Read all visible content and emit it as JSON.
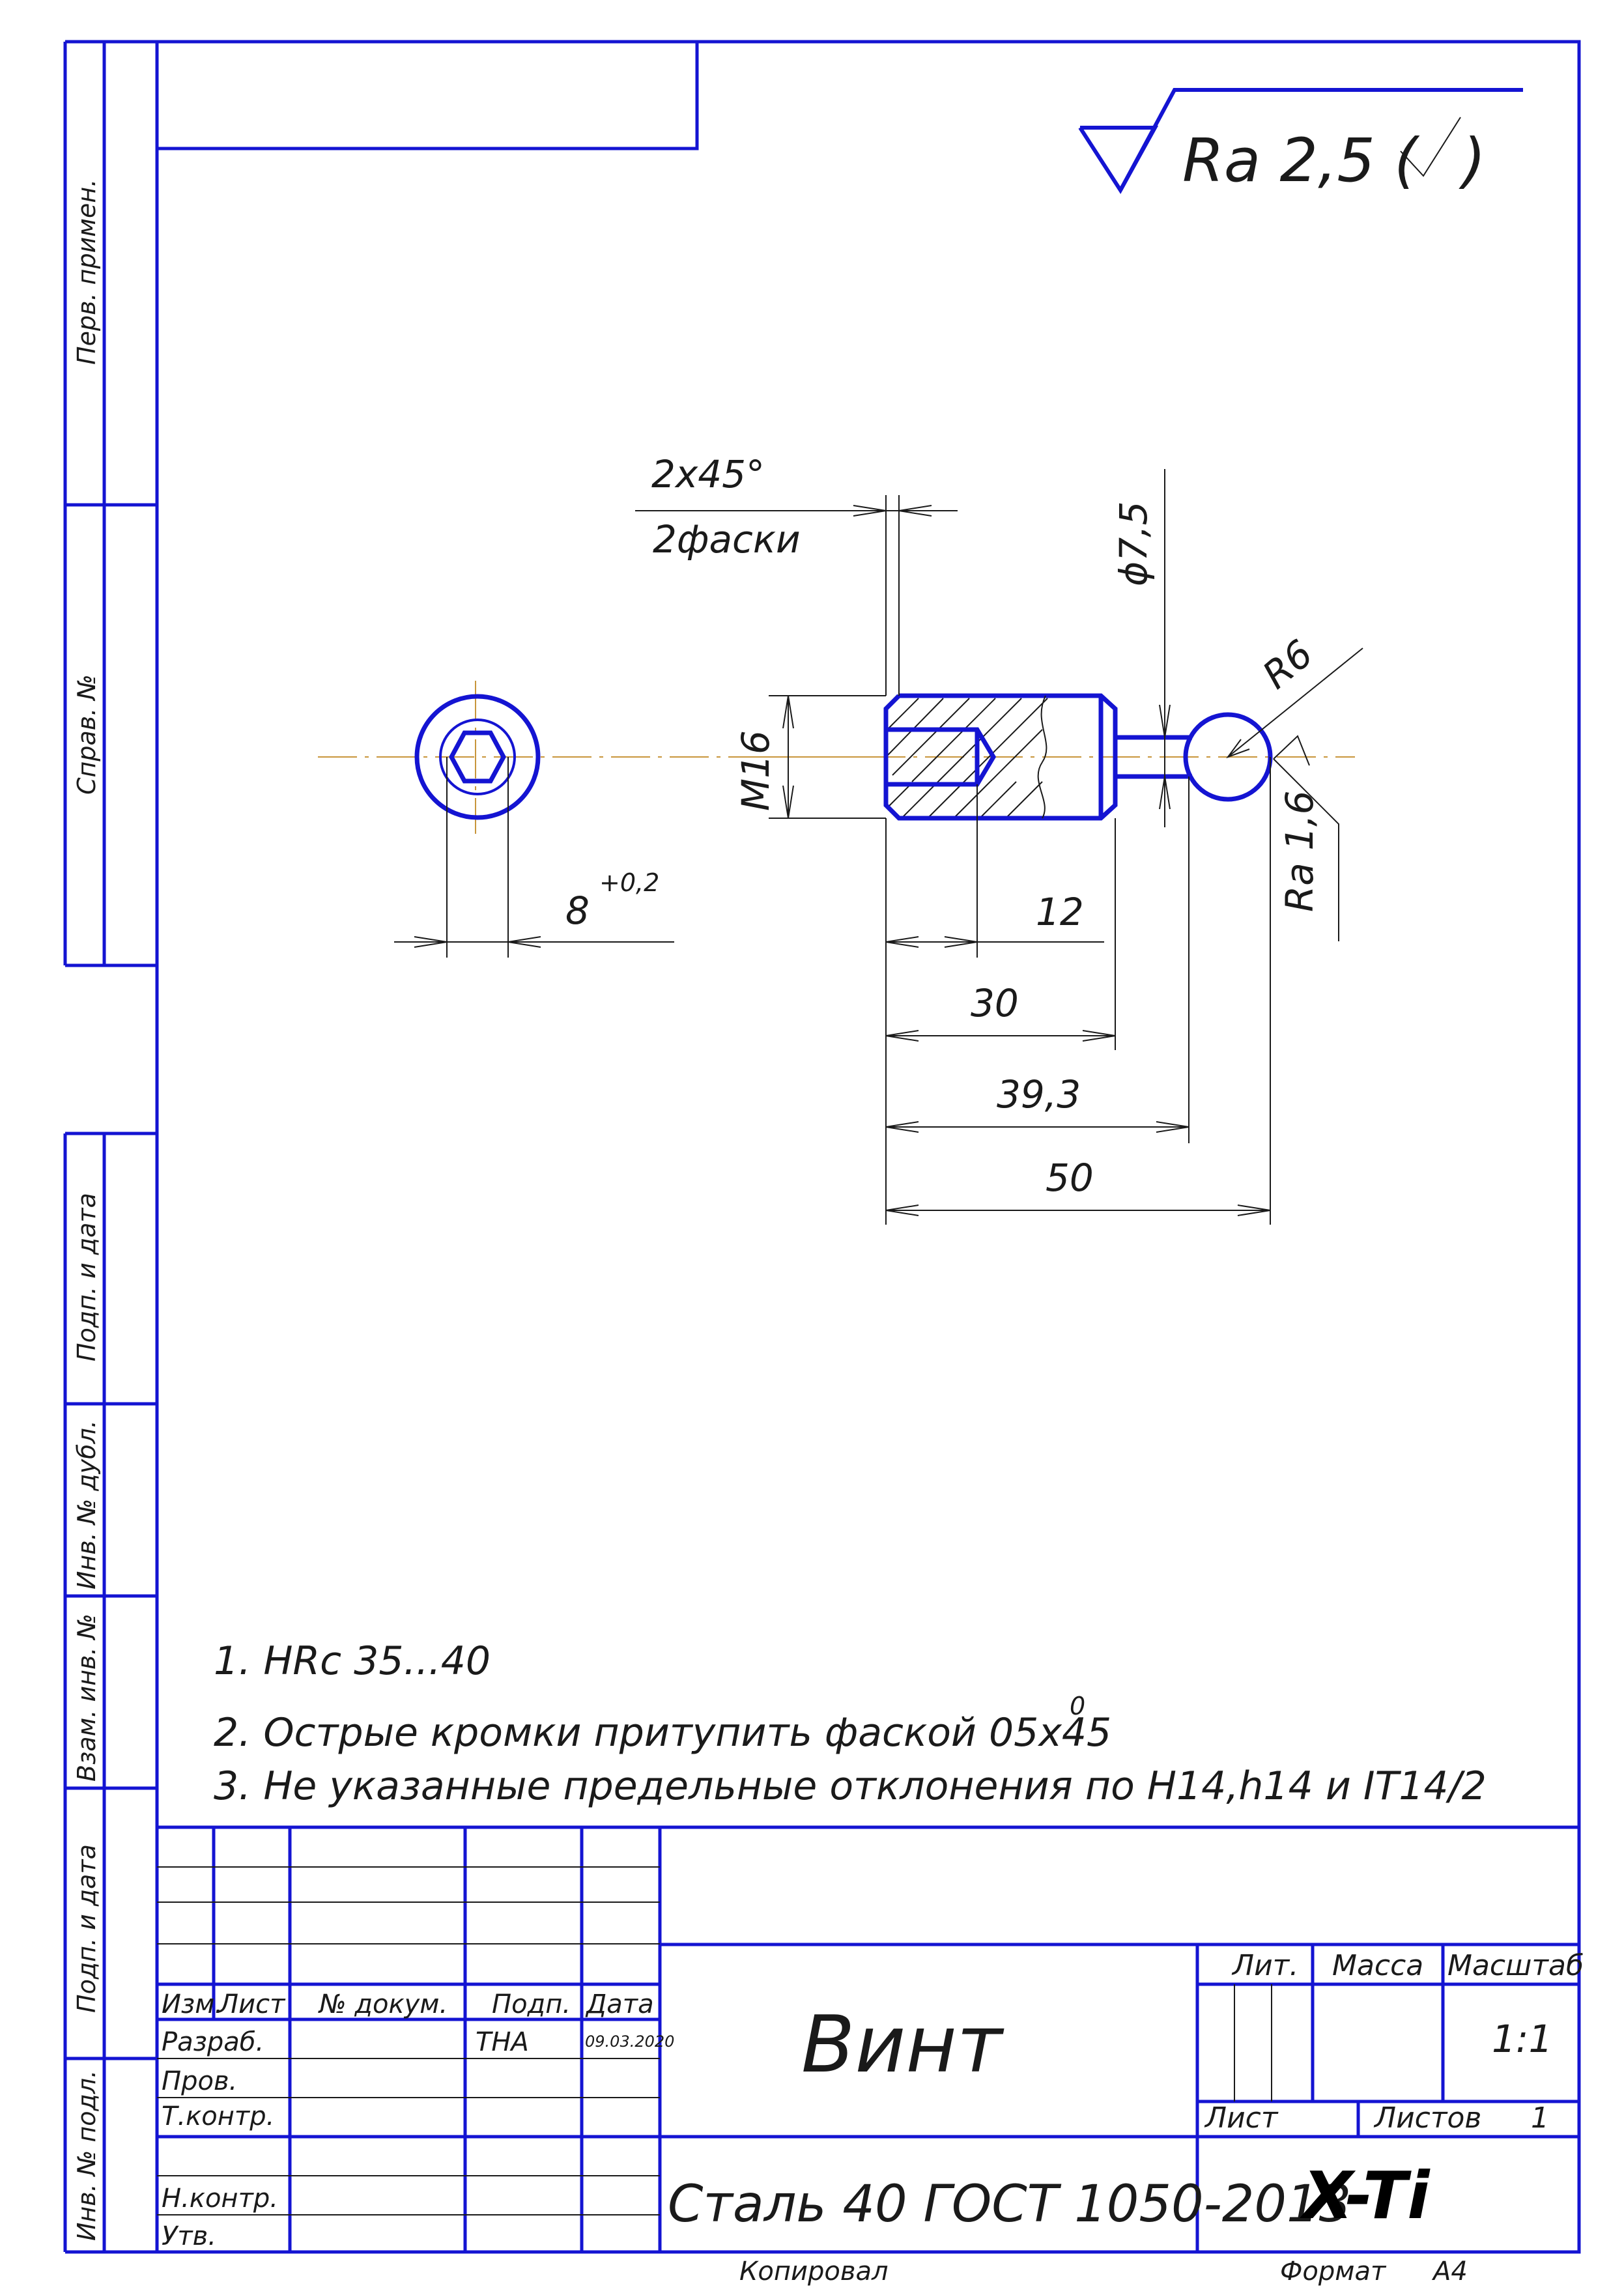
{
  "side_labels": {
    "perv_primen": "Перв. примен.",
    "sprav_no": "Справ. №",
    "podp_i_data_1": "Подп. и дата",
    "inv_no_dubl": "Инв. № дубл.",
    "vzam_inv_no": "Взам. инв. №",
    "podp_i_data_2": "Подп. и дата",
    "inv_no_podl": "Инв. № подл."
  },
  "roughness": {
    "label": "Ra 2,5 (",
    "suffix": ")"
  },
  "dimensions": {
    "chamfer_top": "2x45°",
    "chamfer_bottom": "2фаски",
    "diam": "ϕ7,5",
    "radius": "R6",
    "thread": "M16",
    "hex": "8",
    "hex_tol": "+0,2",
    "ra_ball": "Ra 1,6",
    "d12": "12",
    "d30": "30",
    "d39": "39,3",
    "d50": "50"
  },
  "notes": {
    "n1": "1. HRc 35...40",
    "n2": "2. Острые кромки притупить фаской 05x45",
    "n2_sup": "0",
    "n3": "3. Не указанные предельные отклонения по H14,h14 и IT14/2"
  },
  "title_block": {
    "izm": "Изм.",
    "list": "Лист",
    "no_dokum": "№ докум.",
    "podp": "Подп.",
    "data": "Дата",
    "razrab": "Разраб.",
    "razrab_name": "ТНА",
    "razrab_date": "09.03.2020",
    "prov": "Пров.",
    "tkontr": "Т.контр.",
    "nkontr": "Н.контр.",
    "utv": "Утв.",
    "name": "Винт",
    "material": "Сталь 40 ГОСТ 1050-2013",
    "lit": "Лит.",
    "massa": "Масса",
    "masshtab": "Масштаб",
    "scale_value": "1:1",
    "list_label": "Лист",
    "listov_label": "Листов",
    "listov_value": "1",
    "company": "X-Ti"
  },
  "footer": {
    "kopiroval": "Копировал",
    "format": "Формат",
    "format_value": "А4"
  }
}
